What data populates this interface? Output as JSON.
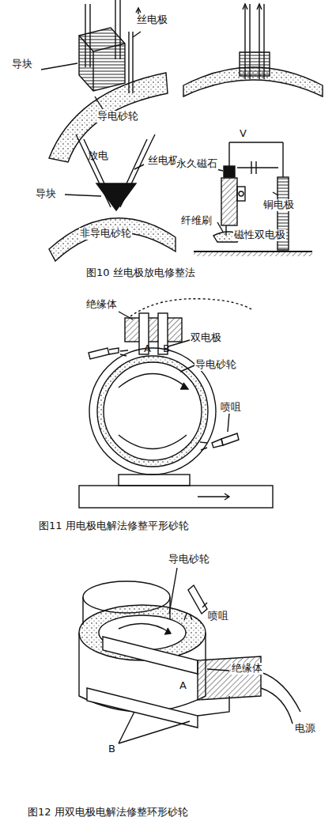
{
  "diagram": {
    "labels": [
      "丝电极",
      "导块",
      "导电砂轮",
      "放电",
      "丝电极",
      "导块",
      "非导电砂轮",
      "V",
      "永久磁石",
      "铜电极",
      "纤维刷",
      "磁性双电极",
      "图10 丝电极放电修整法",
      "绝缘体",
      "A",
      "B",
      "双电极",
      "导电砂轮",
      "喷咀",
      "图11 用电极电解法修整平形砂轮",
      "导电砂轮",
      "喷咀",
      "绝缘体",
      "电源",
      "A",
      "B",
      "图12 用双电极电解法修整环形砂轮"
    ]
  }
}
